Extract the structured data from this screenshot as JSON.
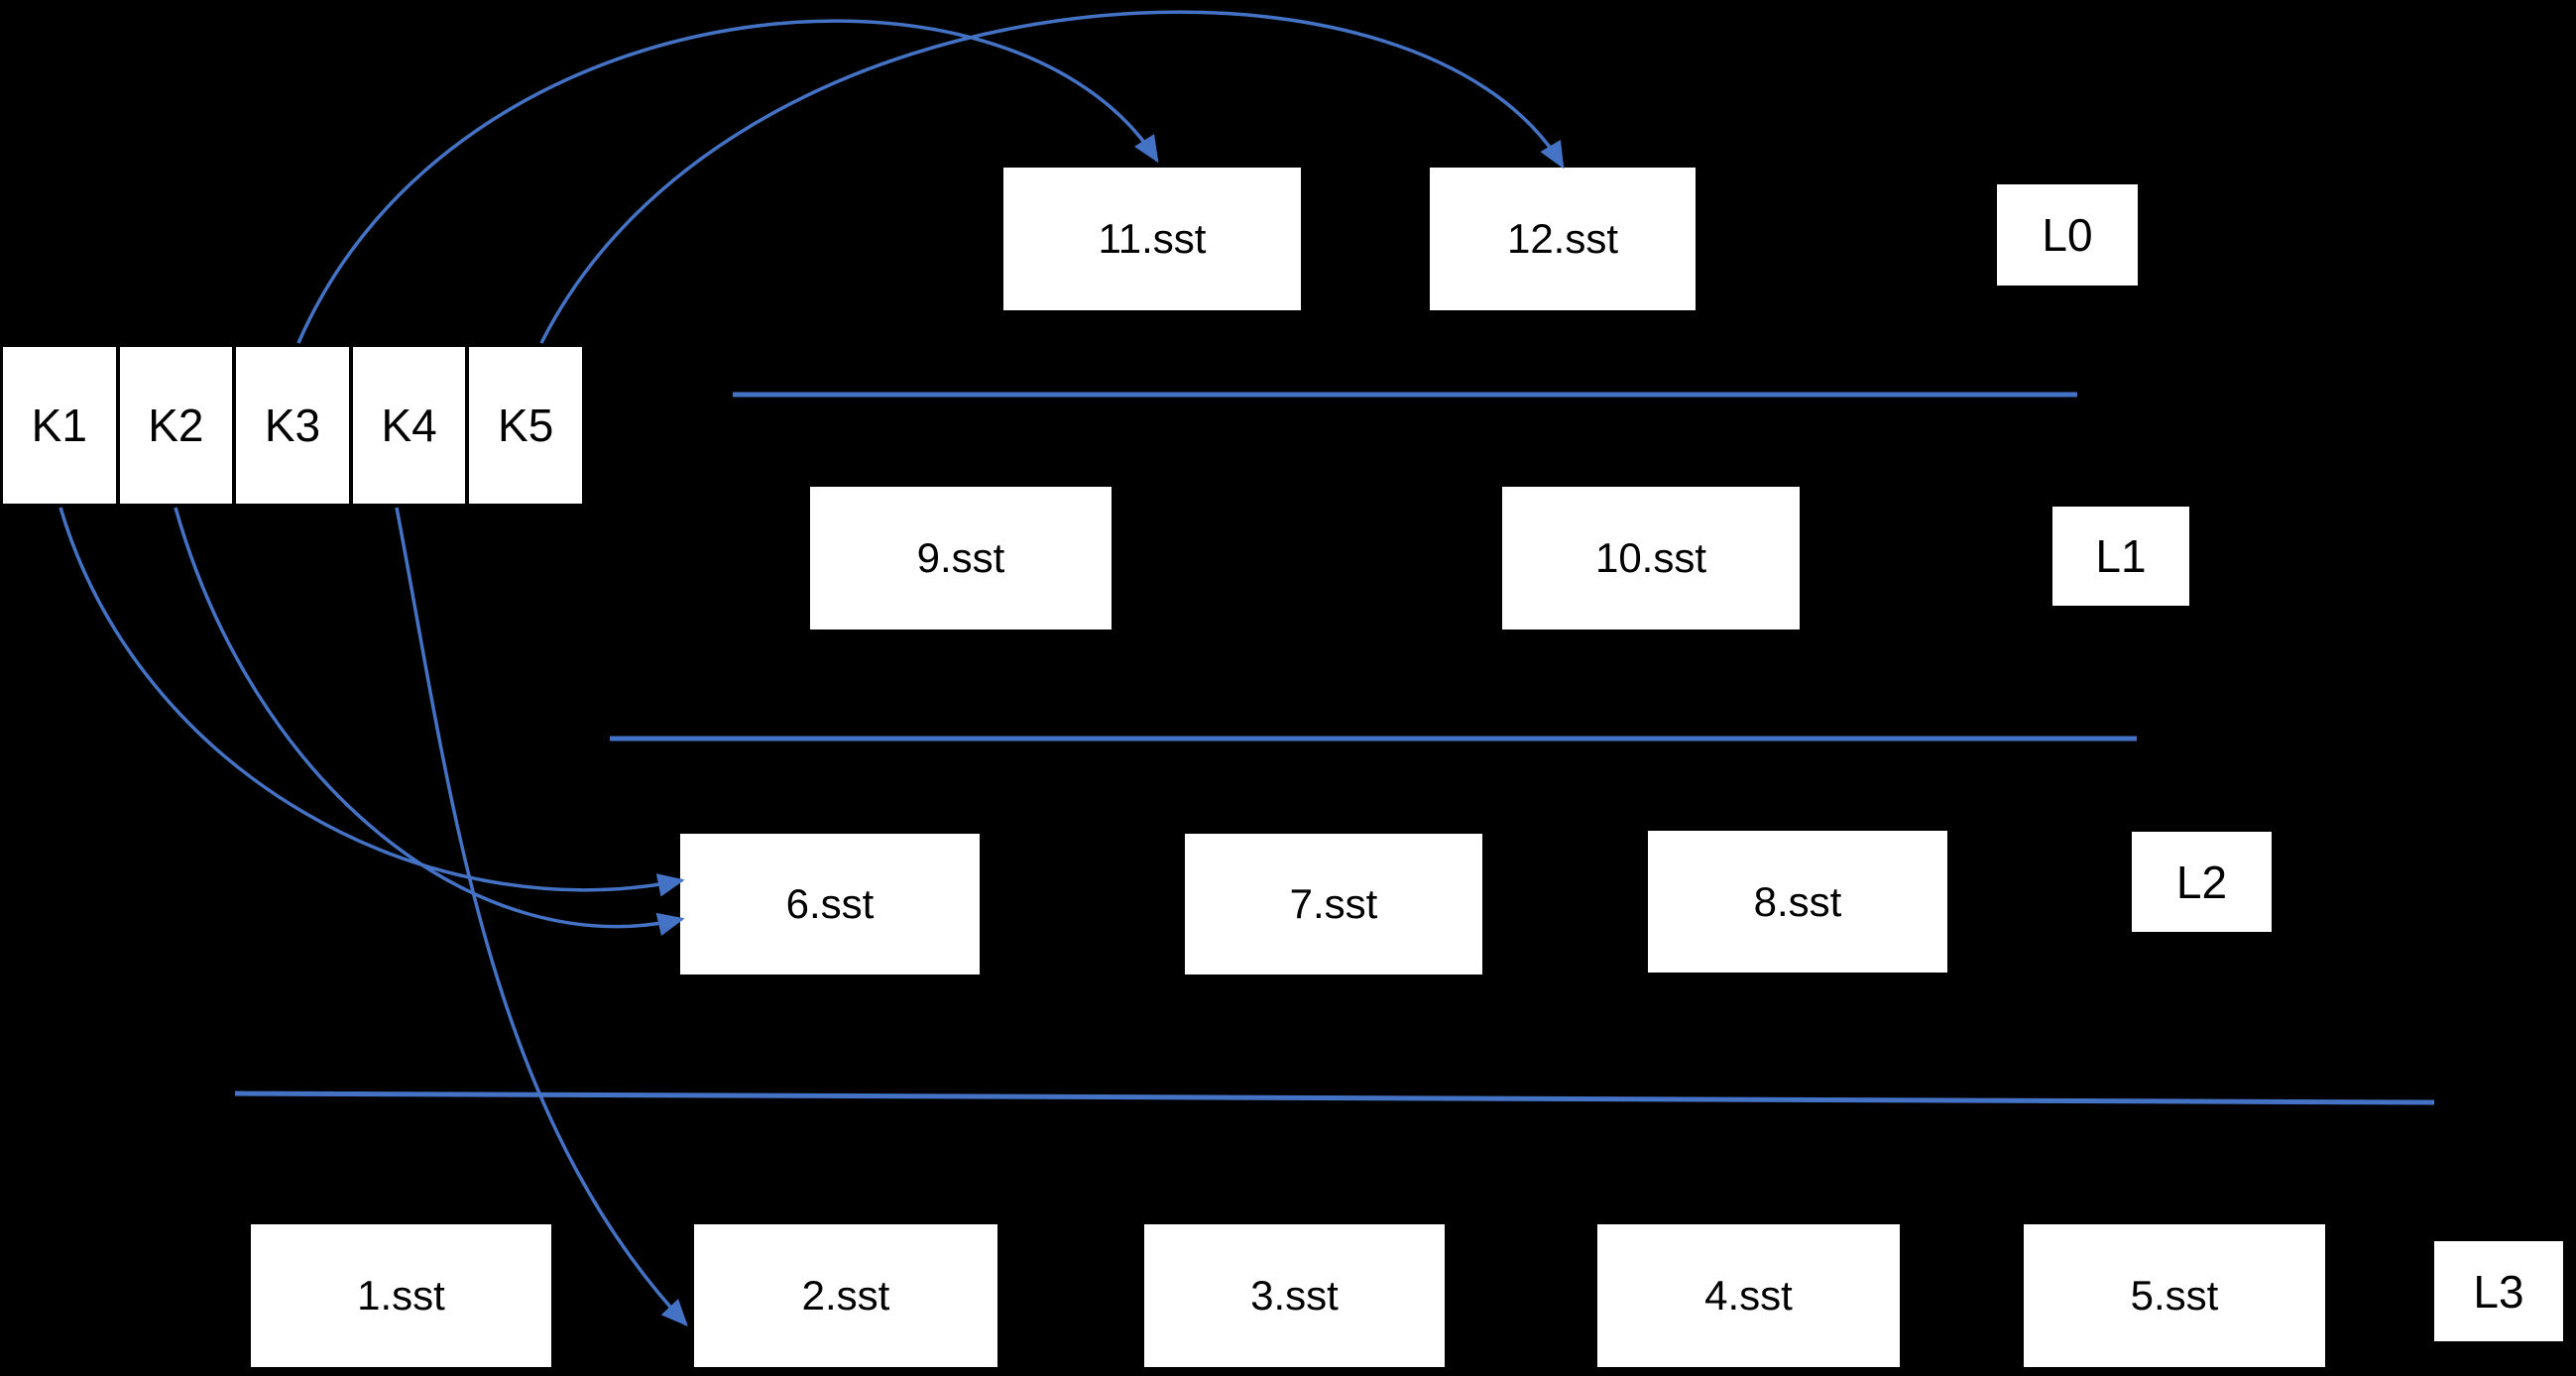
{
  "colors": {
    "background": "#000000",
    "box_fill": "#ffffff",
    "box_text": "#000000",
    "accent_blue": "#4472C4"
  },
  "memtable": {
    "keys": [
      {
        "label": "K1"
      },
      {
        "label": "K2"
      },
      {
        "label": "K3"
      },
      {
        "label": "K4"
      },
      {
        "label": "K5"
      }
    ]
  },
  "levels": [
    {
      "label": "L0",
      "files": [
        {
          "label": "11.sst"
        },
        {
          "label": "12.sst"
        }
      ]
    },
    {
      "label": "L1",
      "files": [
        {
          "label": "9.sst"
        },
        {
          "label": "10.sst"
        }
      ]
    },
    {
      "label": "L2",
      "files": [
        {
          "label": "6.sst"
        },
        {
          "label": "7.sst"
        },
        {
          "label": "8.sst"
        }
      ]
    },
    {
      "label": "L3",
      "files": [
        {
          "label": "1.sst"
        },
        {
          "label": "2.sst"
        },
        {
          "label": "3.sst"
        },
        {
          "label": "4.sst"
        },
        {
          "label": "5.sst"
        }
      ]
    }
  ],
  "arrows": [
    {
      "from": "K3",
      "to": "11.sst"
    },
    {
      "from": "K5",
      "to": "12.sst"
    },
    {
      "from": "K1",
      "to": "6.sst"
    },
    {
      "from": "K2",
      "to": "6.sst"
    },
    {
      "from": "K4",
      "to": "2.sst"
    }
  ]
}
